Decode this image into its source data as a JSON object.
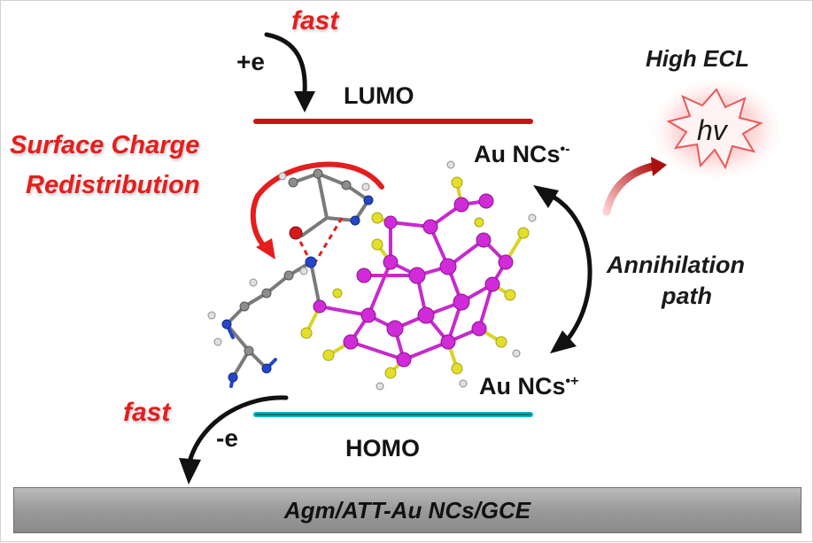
{
  "labels": {
    "fast_top": "fast",
    "plus_e": "+e",
    "lumo": "LUMO",
    "surface_charge_line1": "Surface Charge",
    "surface_charge_line2": "Redistribution",
    "au_ncs": "Au NCs",
    "radical_anion": "•-",
    "radical_cation": "•+",
    "high_ecl": "High ECL",
    "hv": "hv",
    "annihilation_line1": "Annihilation",
    "annihilation_line2": "path",
    "fast_bottom": "fast",
    "minus_e": "-e",
    "homo": "HOMO",
    "electrode": "Agm/ATT-Au NCs/GCE"
  },
  "colors": {
    "accent_red": "#e41e1e",
    "lumo_line": "#c81414",
    "homo_line": "#00b8c8",
    "au_atom": "#d12ad8",
    "s_atom": "#e3df2a",
    "n_atom": "#2546c8",
    "o_atom": "#d41b1b",
    "c_atom": "#8d8d8d",
    "h_atom": "#d6d6d6"
  },
  "icons": [
    "down-arrow-icon",
    "curved-arrow-icon",
    "starburst-icon",
    "molecule-illustration"
  ]
}
